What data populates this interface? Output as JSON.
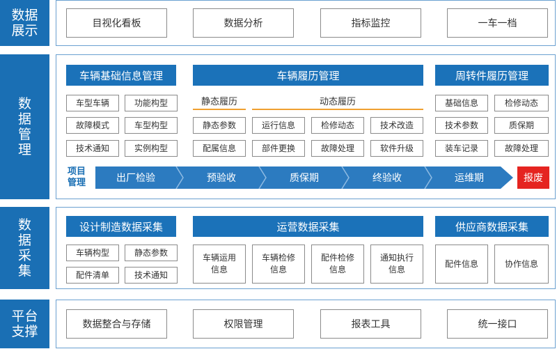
{
  "rows": {
    "display": {
      "label": "数据\n展示",
      "items": [
        "目视化看板",
        "数据分析",
        "指标监控",
        "一车一档"
      ]
    },
    "management": {
      "label": "数\n据\n管\n理",
      "vehicle_basic": {
        "title": "车辆基础信息管理",
        "items": [
          "车型车辆",
          "功能构型",
          "故障模式",
          "车型构型",
          "技术通知",
          "实例构型"
        ]
      },
      "vehicle_history": {
        "title": "车辆履历管理",
        "static_label": "静态履历",
        "dynamic_label": "动态履历",
        "items": [
          "静态参数",
          "运行信息",
          "检修动态",
          "技术改造",
          "配属信息",
          "部件更换",
          "故障处理",
          "软件升级"
        ]
      },
      "turnover_history": {
        "title": "周转件履历管理",
        "items": [
          "基础信息",
          "检修动态",
          "技术参数",
          "质保期",
          "装车记录",
          "故障处理"
        ]
      },
      "project": {
        "label": "项目\n管理",
        "stages": [
          "出厂检验",
          "预验收",
          "质保期",
          "终验收",
          "运维期"
        ],
        "scrap": "报废"
      }
    },
    "collection": {
      "label": "数\n据\n采\n集",
      "design": {
        "title": "设计制造数据采集",
        "items": [
          "车辆构型",
          "静态参数",
          "配件清单",
          "技术通知"
        ]
      },
      "operation": {
        "title": "运营数据采集",
        "items": [
          "车辆运用\n信息",
          "车辆检修\n信息",
          "配件检修\n信息",
          "通知执行\n信息"
        ]
      },
      "supplier": {
        "title": "供应商数据采集",
        "items": [
          "配件信息",
          "协作信息"
        ]
      }
    },
    "platform": {
      "label": "平台\n支撑",
      "items": [
        "数据整合与存储",
        "权限管理",
        "报表工具",
        "统一接口"
      ]
    }
  },
  "colors": {
    "primary": "#1a6fb4",
    "scrap": "#e52420",
    "accent": "#f0a030"
  }
}
